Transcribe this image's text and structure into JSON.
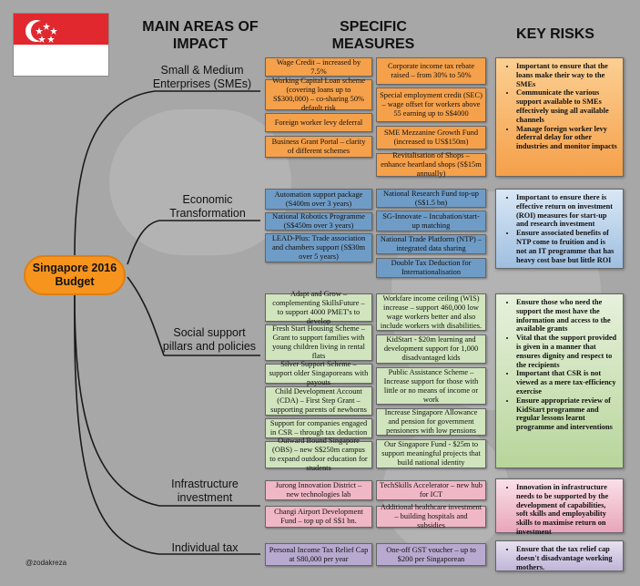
{
  "headers": {
    "areas": "MAIN AREAS OF IMPACT",
    "measures": "SPECIFIC MEASURES",
    "risks": "KEY RISKS"
  },
  "center": "Singapore 2016 Budget",
  "credit": "@zodakreza",
  "colors": {
    "orange": "#f5a04a",
    "blue": "#6f9cc6",
    "green": "#d0e4bd",
    "pink": "#f0b7c6",
    "purple": "#b7a9cf",
    "flag_red": "#e0282e"
  },
  "areas": [
    {
      "name": "Small & Medium Enterprises (SMEs)",
      "measures_left": [
        "Wage Credit – increased by 7.5%",
        "Working Capital Loan scheme (covering loans up to S$300,000) – co-sharing 50% default risk",
        "Foreign worker levy deferral",
        "Business Grant Portal – clarity of different schemes"
      ],
      "measures_right": [
        "Corporate income tax rebate raised – from 30% to 50%",
        "Special employment credit (SEC) – wage offset for workers above 55 earning up to S$4000",
        "SME Mezzanine Growth Fund (increased to US$150m)",
        "Revitalisation of Shops – enhance heartland shops (S$15m annually)"
      ],
      "risks": [
        "Important to ensure that the loans make their way to the SMEs",
        "Communicate the various support available to SMEs effectively using all available channels",
        "Manage foreign worker levy deferral delay for other industries and monitor impacts"
      ]
    },
    {
      "name": "Economic Transformation",
      "measures_left": [
        "Automation support package (S400m over 3 years)",
        "National Robotics Programme (S$450m over 3 years)",
        "LEAD-Plus: Trade association and chambers support (S$30m over 5 years)"
      ],
      "measures_right": [
        "National Research Fund top-up (S$1.5 bn)",
        "SG-Innovate – Incubation/start-up matching",
        "National Trade Platform (NTP) – integrated data sharing",
        "Double Tax Deduction for Internationalisation"
      ],
      "risks": [
        "Important to ensure there is effective return on investment (ROI) measures for start-up and research investment",
        "Ensure associated benefits of NTP come to fruition and is not an IT programme that has heavy cost base but little ROI"
      ]
    },
    {
      "name": "Social support pillars and policies",
      "measures_left": [
        "Adapt and Grow – complementing SkillsFuture – to support 4000 PMET's to develop",
        "Fresh Start Housing Scheme – Grant to support families with young children living in rental flats",
        "Silver Support Scheme – support older Singaporeans with payouts",
        "Child Development Account (CDA) – First Step Grant – supporting parents of newborns",
        "Support for companies engaged in CSR – through tax deduction",
        "Outward Bound Singapore (OBS) – new S$250m campus to expand outdoor education for students"
      ],
      "measures_right": [
        "Workfare income ceiling (WIS) increase – support 460,000 low wage workers better and also include workers with disabilities.",
        "KidStart - $20m learning and development support for 1,000 disadvantaged kids",
        "Public Assistance Scheme – Increase support for those with little or no means of income or work",
        "Increase Singapore Allowance and pension for government pensioners with low pensions",
        "Our Singapore Fund - $25m to support meaningful projects that build national identity"
      ],
      "risks": [
        "Ensure those who need the support the most have the information and access to the available grants",
        "Vital that the support provided is given in a manner that ensures dignity and respect to the recipients",
        "Important that CSR is not viewed as a mere tax-efficiency exercise",
        "Ensure appropriate review of KidStart programme and regular lessons learnt programme and interventions"
      ]
    },
    {
      "name": "Infrastructure investment",
      "measures_left": [
        "Jurong Innovation District – new technologies lab",
        "Changi Airport Development Fund – top up of S$1 bn."
      ],
      "measures_right": [
        "TechSkills Accelerator – new hub for ICT",
        "Additional healthcare investment – building hospitals and subsidies"
      ],
      "risks": [
        "Innovation in infrastructure needs to be supported by the development of capabilities, soft skills and employability skills to maximise return on investment"
      ]
    },
    {
      "name": "Individual tax",
      "measures_left": [
        "Personal Income Tax Relief Cap at S80,000 per year"
      ],
      "measures_right": [
        "One-off GST voucher – up to $200 per Singaporean"
      ],
      "risks": [
        "Ensure that the tax relief cap doesn't disadvantage working mothers."
      ]
    }
  ]
}
